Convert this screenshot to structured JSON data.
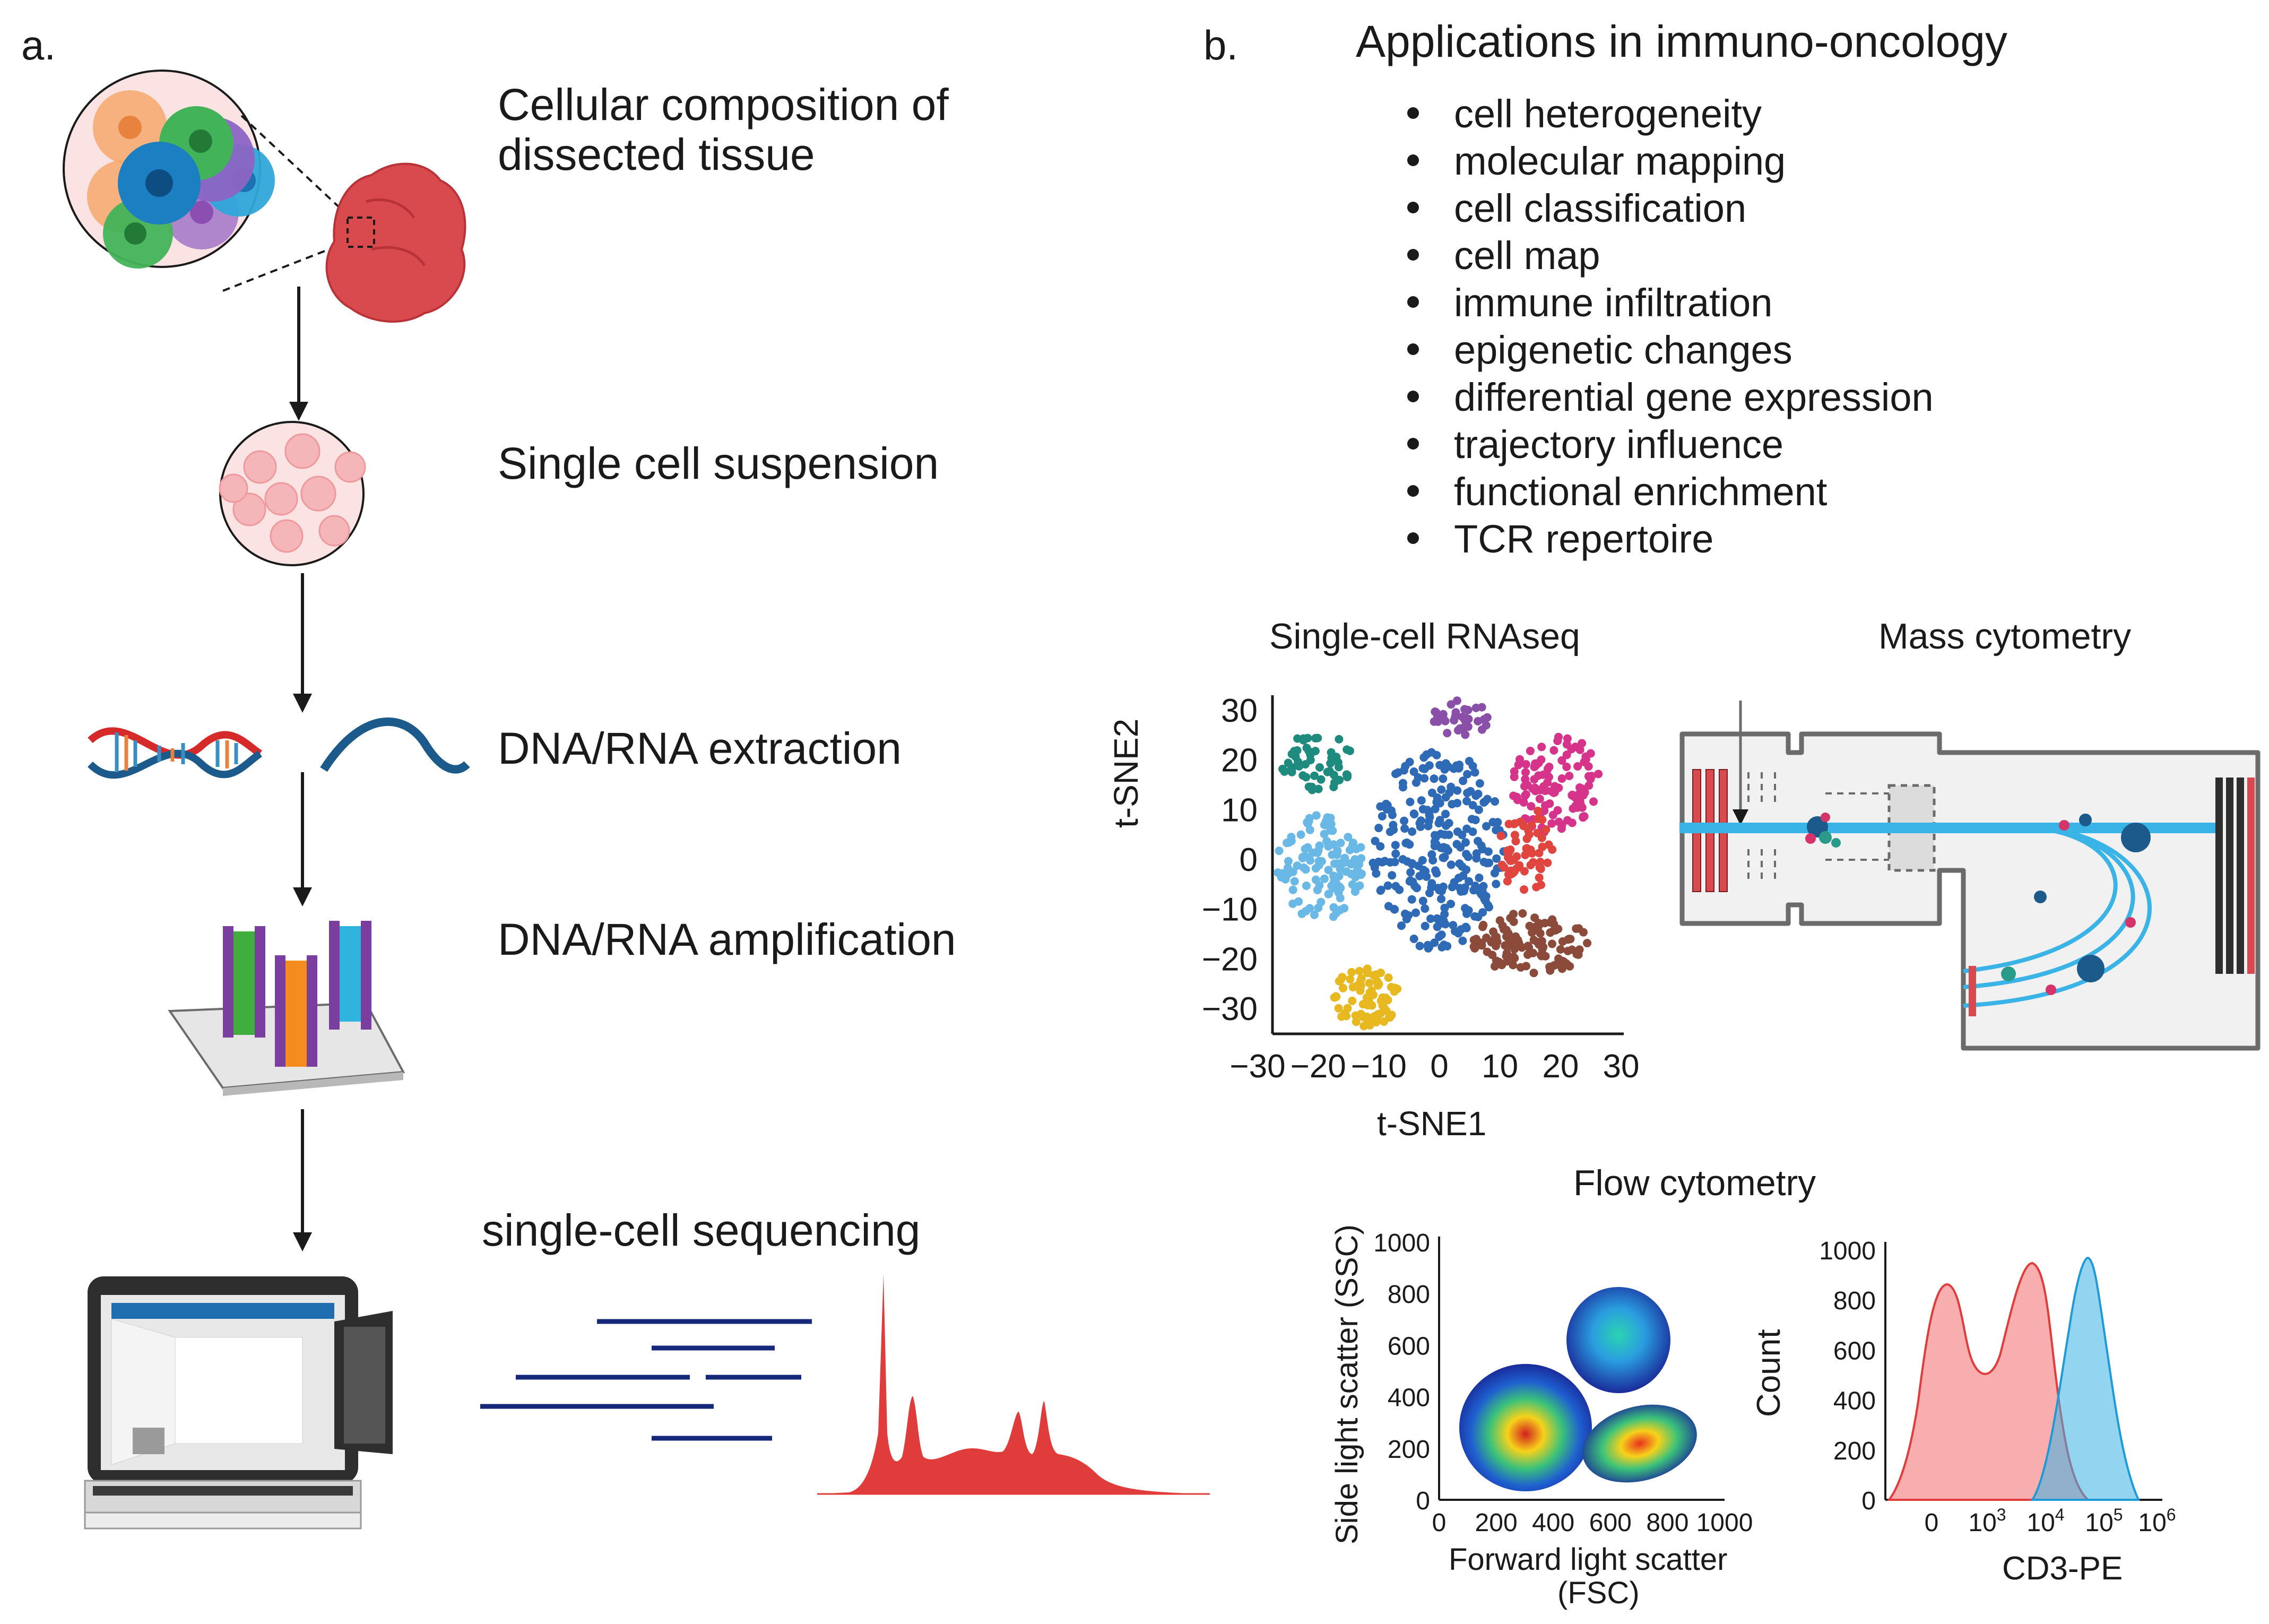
{
  "panel_a": {
    "label": "a.",
    "steps": [
      {
        "label": "Cellular composition of\ndissected tissue"
      },
      {
        "label": "Single cell suspension"
      },
      {
        "label": "DNA/RNA extraction"
      },
      {
        "label": "DNA/RNA amplification"
      },
      {
        "label": "single-cell sequencing"
      }
    ]
  },
  "panel_b": {
    "label": "b.",
    "title": "Applications in immuno-oncology",
    "applications": [
      "cell heterogeneity",
      "molecular mapping",
      "cell classification",
      "cell map",
      "immune infiltration",
      "epigenetic changes",
      "differential gene expression",
      "trajectory influence",
      "functional enrichment",
      "TCR repertoire"
    ],
    "rnaseq": {
      "title": "Single-cell RNAseq",
      "xlabel": "t-SNE1",
      "ylabel": "t-SNE2",
      "xticks": [
        "−30",
        "−20",
        "−10",
        "0",
        "10",
        "20",
        "30"
      ],
      "yticks": [
        "30",
        "20",
        "10",
        "0",
        "−10",
        "−20",
        "−30"
      ],
      "clusters": [
        {
          "color": "#1f8a7e"
        },
        {
          "color": "#8a4fa8"
        },
        {
          "color": "#d6338a"
        },
        {
          "color": "#2e6ab5"
        },
        {
          "color": "#6ab8e6"
        },
        {
          "color": "#e0453f"
        },
        {
          "color": "#8b4a3a"
        },
        {
          "color": "#e8b820"
        }
      ]
    },
    "mass_cytometry": {
      "title": "Mass cytometry"
    },
    "flow": {
      "title": "Flow cytometry",
      "scatter": {
        "xlabel_line1": "Forward light scatter",
        "xlabel_line2": "(FSC)",
        "ylabel": "Side light scatter (SSC)",
        "xticks": [
          "0",
          "200",
          "400",
          "600",
          "800",
          "1000"
        ],
        "yticks": [
          "1000",
          "800",
          "600",
          "400",
          "200",
          "0"
        ]
      },
      "histogram": {
        "xlabel": "CD3-PE",
        "ylabel": "Count",
        "xticks": [
          "0",
          "10",
          "10",
          "10",
          "10"
        ],
        "xtick_exps": [
          "",
          "3",
          "4",
          "5",
          "6"
        ],
        "yticks": [
          "1000",
          "800",
          "600",
          "400",
          "200",
          "0"
        ],
        "series_colors": [
          "#f26b6b",
          "#3ab3e6"
        ]
      }
    }
  },
  "colors": {
    "tissue": "#d94a4f",
    "arrow": "#1a1a1a",
    "dna_red": "#d62a2a",
    "dna_blue": "#1b5a8a",
    "seq_line": "#15287a",
    "chromatogram": "#e03c3c",
    "beam": "#3ab3e6"
  }
}
